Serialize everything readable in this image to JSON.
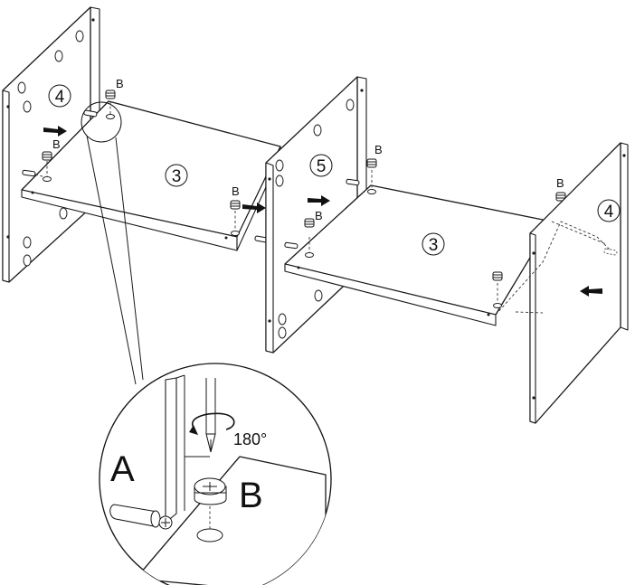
{
  "labels": {
    "part_left_side": "4",
    "part_right_side": "4",
    "part_middle": "5",
    "part_shelf_left": "3",
    "part_shelf_right": "3",
    "fitting_b": "B",
    "detail_a": "A",
    "detail_b": "B",
    "rotation": "180°"
  }
}
